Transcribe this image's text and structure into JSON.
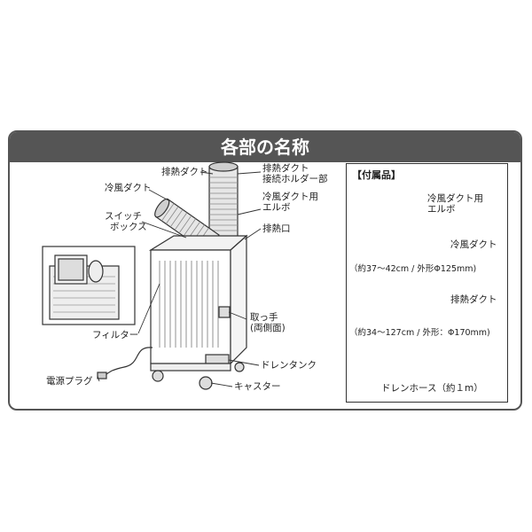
{
  "title": "各部の名称",
  "parts": {
    "exhaust_duct": "排熱ダクト",
    "exhaust_duct_holder": [
      "排熱ダクト",
      "接続ホルダー部"
    ],
    "cold_air_duct": "冷風ダクト",
    "cold_air_duct_elbow": [
      "冷風ダクト用",
      "エルボ"
    ],
    "switch_box": [
      "スイッチ",
      "ボックス"
    ],
    "exhaust_port": "排熱口",
    "handle": [
      "取っ手",
      "(両側面)"
    ],
    "filter": "フィルター",
    "drain_tank": "ドレンタンク",
    "power_plug": "電源プラグ",
    "caster": "キャスター"
  },
  "accessories": {
    "heading": "【付属品】",
    "elbow": [
      "冷風ダクト用",
      "エルボ"
    ],
    "cold_duct": "冷風ダクト",
    "cold_duct_size": "（約37〜42cm / 外形Φ125mm)",
    "exhaust_duct": "排熱ダクト",
    "exhaust_duct_size": "（約34〜127cm / 外形：Φ170mm)",
    "drain_hose": "ドレンホース（約１m）"
  },
  "colors": {
    "header_bg": "#555555",
    "line": "#333333"
  }
}
